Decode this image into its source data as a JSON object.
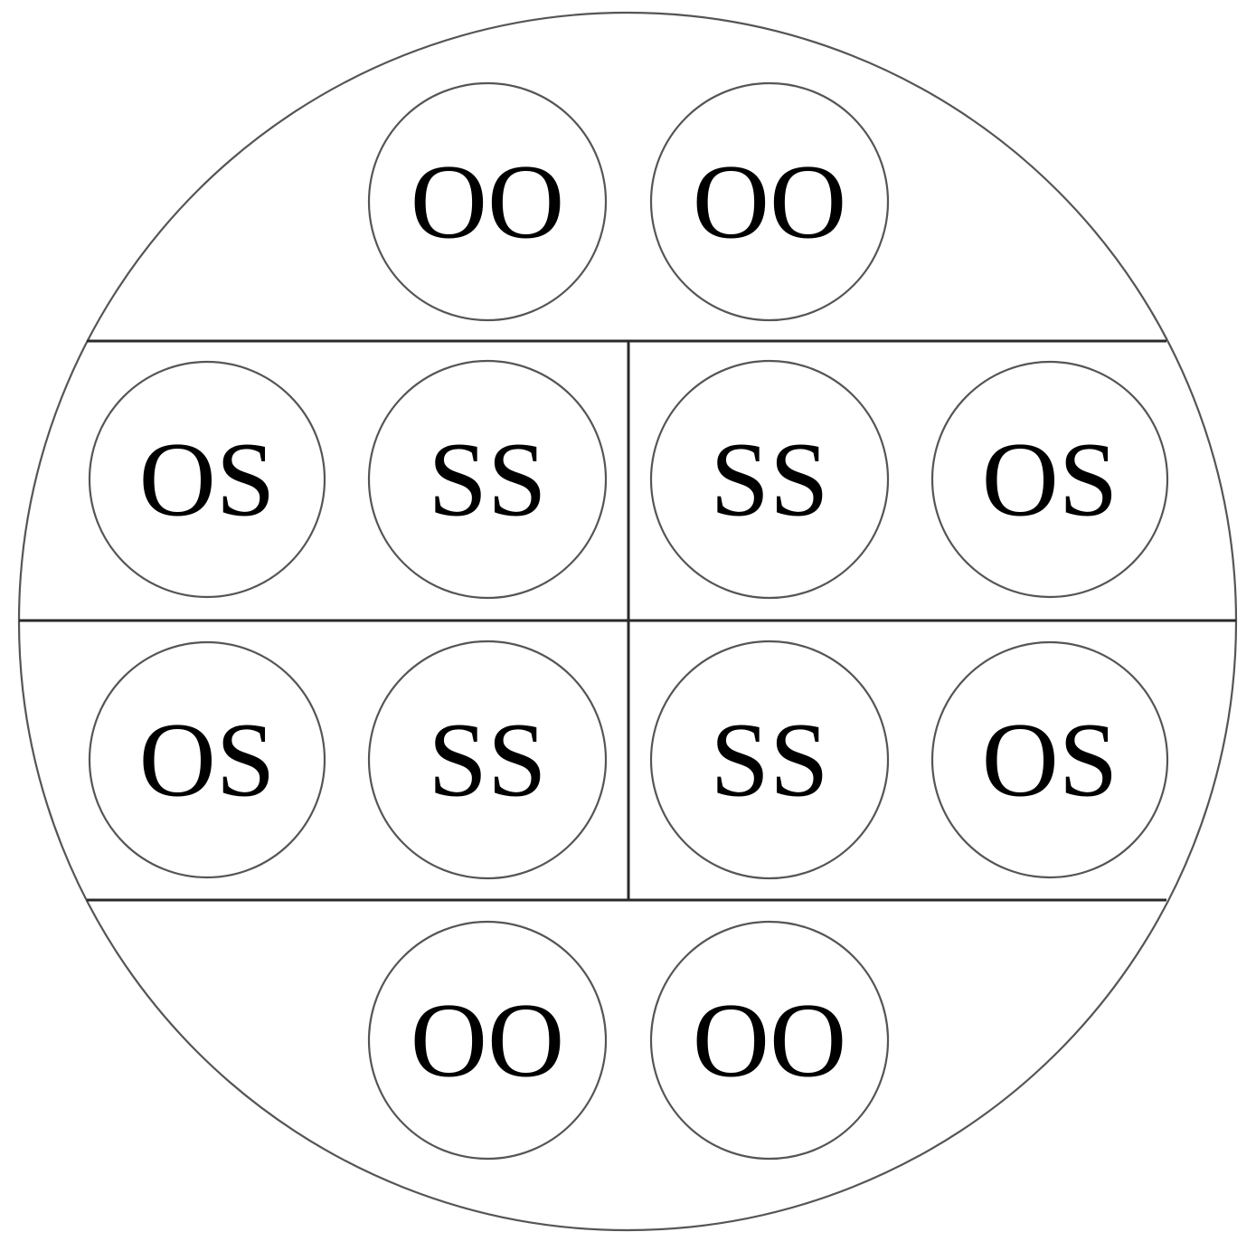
{
  "diagram": {
    "rows": [
      {
        "cells": [
          "OO",
          "OO"
        ]
      },
      {
        "cells": [
          "OS",
          "SS",
          "SS",
          "OS"
        ]
      },
      {
        "cells": [
          "OS",
          "SS",
          "SS",
          "OS"
        ]
      },
      {
        "cells": [
          "OO",
          "OO"
        ]
      }
    ]
  }
}
